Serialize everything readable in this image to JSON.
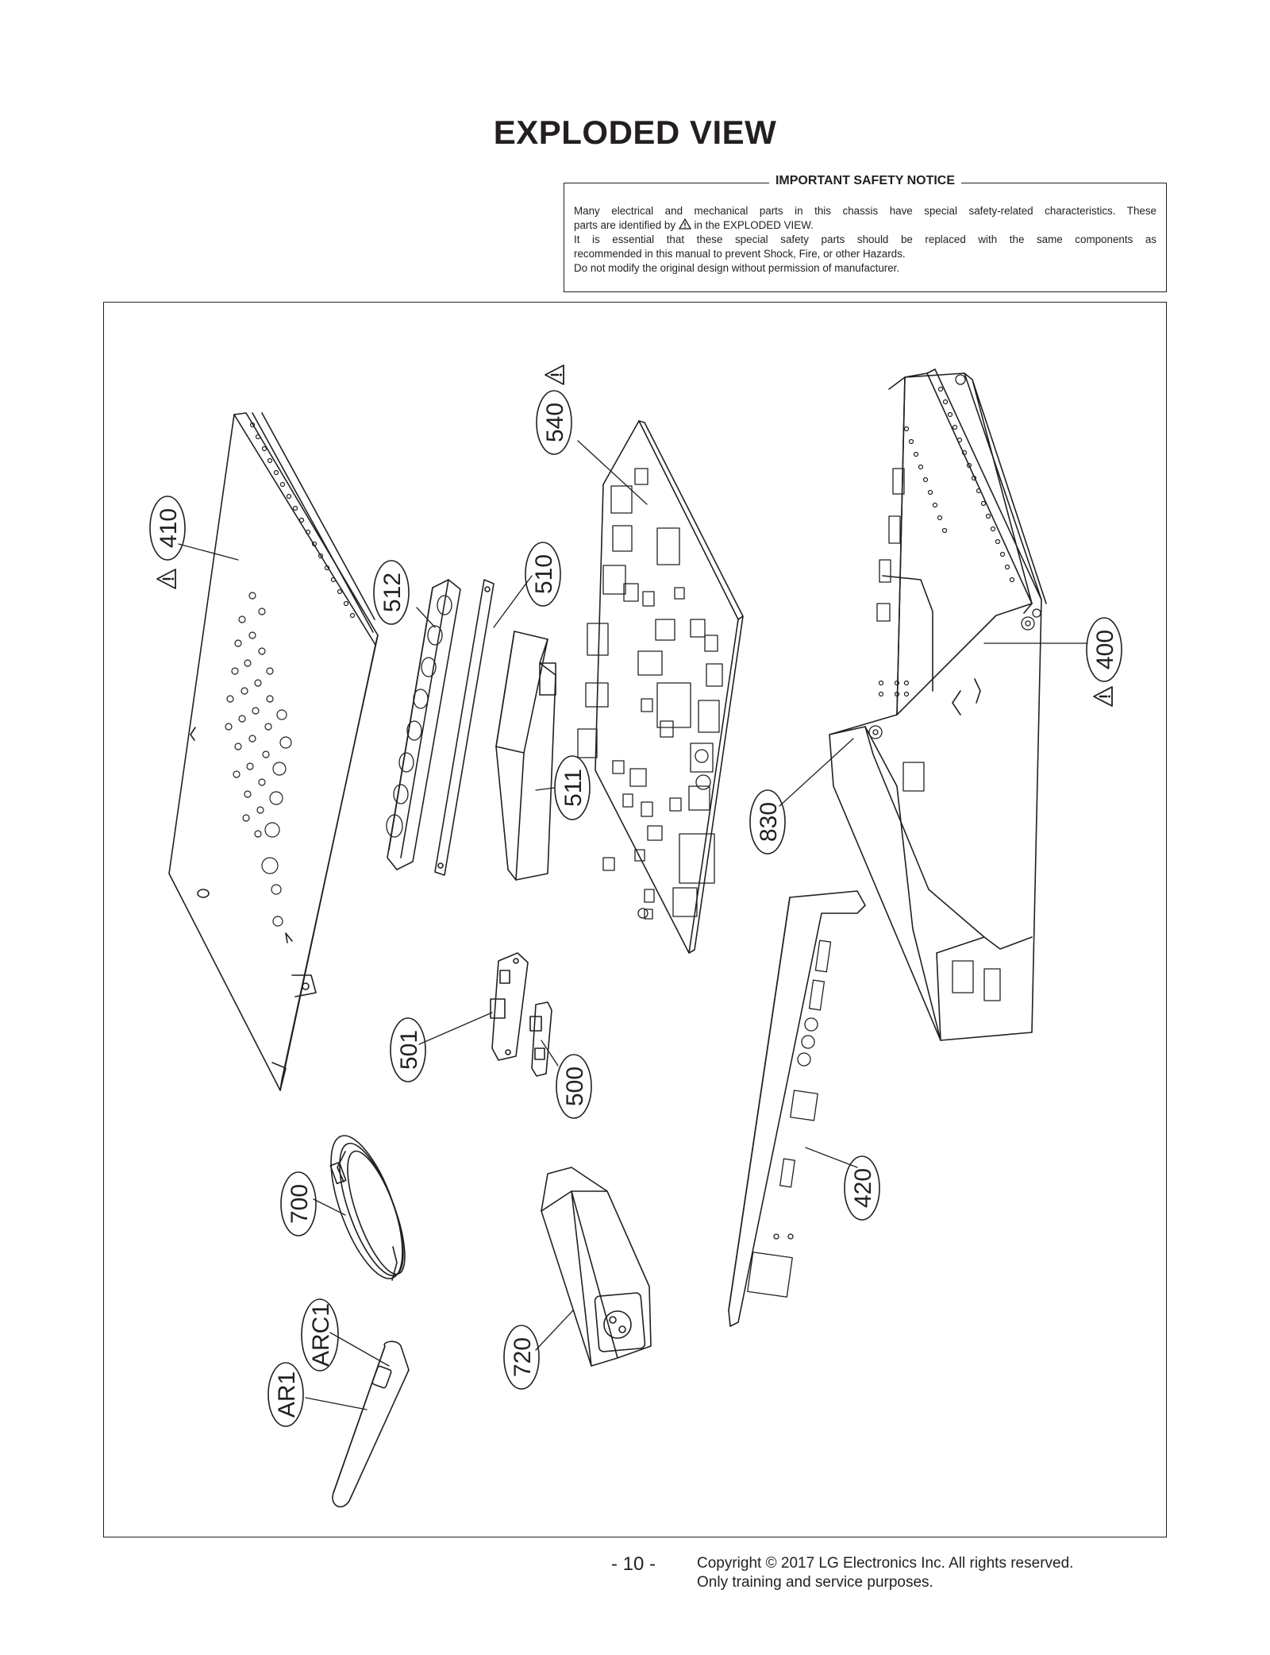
{
  "title": "EXPLODED VIEW",
  "notice": {
    "heading": "IMPORTANT SAFETY NOTICE",
    "line1": "Many electrical and mechanical parts in this chassis have special safety-related characteristics. These",
    "line2a": "parts are identified by",
    "line2b": "in the EXPLODED VIEW.",
    "line3": "It is essential that these special safety parts should be replaced with the same components as",
    "line4": "recommended in this manual to prevent Shock, Fire, or other Hazards.",
    "line5": "Do not modify the original design without permission of manufacturer."
  },
  "parts": {
    "p410": "410",
    "p512": "512",
    "p510": "510",
    "p540": "540",
    "p511": "511",
    "p400": "400",
    "p830": "830",
    "p501": "501",
    "p500": "500",
    "p420": "420",
    "p700": "700",
    "p720": "720",
    "parc1": "ARC1",
    "par1": "AR1"
  },
  "footer": {
    "page": "- 10 -",
    "copyright_line1": "Copyright © 2017 LG Electronics Inc. All rights reserved.",
    "copyright_line2": "Only training and service purposes."
  },
  "icons": {
    "safety": "warning-triangle-icon"
  }
}
